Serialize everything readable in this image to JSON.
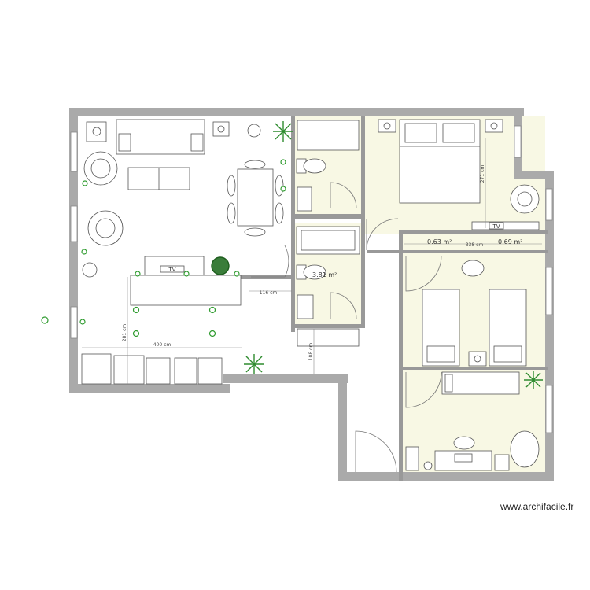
{
  "plan": {
    "areas": {
      "bath_area": "3.81 m²",
      "closet_left_area": "0.63 m²",
      "closet_right_area": "0.69 m²"
    },
    "dimensions": {
      "living_width": "400 cm",
      "living_height": "281 cm",
      "passage_width": "116 cm",
      "hall_height": "108 cm",
      "bedroom_height": "271 cm",
      "closet_width": "338 cm"
    },
    "tv_label": "TV",
    "watermark": "www.archifacile.fr"
  },
  "colors": {
    "wall": "#aaaaaa",
    "room_fill": "#f8f8e4",
    "living_fill": "#ffffff",
    "plant": "#2e8b2e",
    "furniture_stroke": "#555555",
    "dimension_line": "#888888"
  }
}
